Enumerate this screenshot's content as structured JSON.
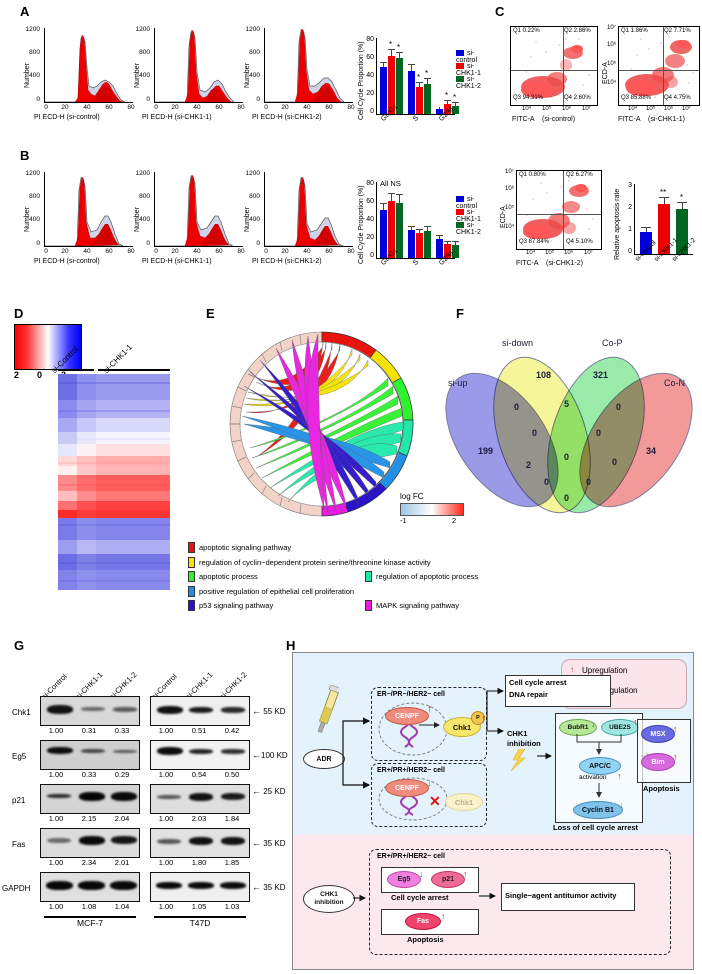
{
  "panels": {
    "A": "A",
    "B": "B",
    "C": "C",
    "D": "D",
    "E": "E",
    "F": "F",
    "G": "G",
    "H": "H"
  },
  "flow_histograms": {
    "ylabel": "Number",
    "yticks": [
      "0",
      "400",
      "800",
      "1200"
    ],
    "xticks": [
      "0",
      "20",
      "40",
      "60",
      "80"
    ],
    "panelA": [
      {
        "xlabel": "PI ECD-H (si-control)"
      },
      {
        "xlabel": "PI ECD-H (si-CHK1-1)"
      },
      {
        "xlabel": "PI ECD-H (si-CHK1-2)"
      }
    ],
    "panelB": [
      {
        "xlabel": "PI ECD-H (si-control)"
      },
      {
        "xlabel": "PI ECD-H (si-CHK1-1)"
      },
      {
        "xlabel": "PI ECD-H (si-CHK1-2)"
      }
    ]
  },
  "chart_data": [
    {
      "id": "panelA_cellcycle",
      "type": "bar",
      "title": "",
      "ylabel": "Cell Cycle Proportion (%)",
      "xlabel": "",
      "ylim": [
        0,
        80
      ],
      "yticks": [
        0,
        20,
        40,
        60,
        80
      ],
      "categories": [
        "G0/G1",
        "S",
        "G2/M"
      ],
      "series": [
        {
          "name": "si-control",
          "color": "#0000dd",
          "values": [
            49.5,
            45.0,
            5.5
          ],
          "errors": [
            2.0,
            4.5,
            1.0
          ],
          "stars": [
            "",
            "",
            ""
          ]
        },
        {
          "name": "si-CHK1-1",
          "color": "#ee0000",
          "values": [
            61.0,
            28.5,
            11.0
          ],
          "errors": [
            3.5,
            2.5,
            1.5
          ],
          "stars": [
            "*",
            "*",
            "*"
          ]
        },
        {
          "name": "si-CHK1-2",
          "color": "#006622",
          "values": [
            59.0,
            31.5,
            9.0
          ],
          "errors": [
            3.0,
            3.0,
            1.5
          ],
          "stars": [
            "*",
            "*",
            "*"
          ]
        }
      ],
      "legend": [
        "si-control",
        "si-CHK1-1",
        "si-CHK1-2"
      ]
    },
    {
      "id": "panelB_cellcycle",
      "type": "bar",
      "title": "All NS",
      "ylabel": "Cell Cycle Proportion (%)",
      "xlabel": "",
      "ylim": [
        0,
        80
      ],
      "yticks": [
        0,
        20,
        40,
        60,
        80
      ],
      "categories": [
        "G0/G1",
        "S",
        "G2/M"
      ],
      "series": [
        {
          "name": "si-control",
          "color": "#0000dd",
          "values": [
            51.0,
            29.5,
            19.5
          ],
          "errors": [
            5.0,
            2.0,
            2.5
          ],
          "stars": [
            "",
            "",
            ""
          ]
        },
        {
          "name": "si-CHK1-1",
          "color": "#ee0000",
          "values": [
            60.0,
            26.0,
            15.0
          ],
          "errors": [
            5.5,
            2.5,
            1.5
          ],
          "stars": [
            "",
            "",
            ""
          ]
        },
        {
          "name": "si-CHK1-2",
          "color": "#006622",
          "values": [
            58.0,
            28.0,
            14.0
          ],
          "errors": [
            6.0,
            3.5,
            2.5
          ],
          "stars": [
            "",
            "",
            ""
          ]
        }
      ],
      "legend": [
        "si-control",
        "si-CHK1-1",
        "si-CHK1-2"
      ]
    },
    {
      "id": "panelC_apoptosis",
      "type": "bar",
      "title": "",
      "ylabel": "Relative apoptosis rate",
      "xlabel": "",
      "ylim": [
        0,
        3
      ],
      "yticks": [
        0,
        1,
        2,
        3
      ],
      "categories": [
        "si-control",
        "si-CHK1-1",
        "si-CHK1-2"
      ],
      "series": [
        {
          "name": "relative apoptosis rate",
          "colors": [
            "#0000dd",
            "#ee0000",
            "#006622"
          ],
          "values": [
            1.0,
            2.25,
            2.05
          ],
          "errors": [
            0.14,
            0.27,
            0.25
          ],
          "stars": [
            "",
            "**",
            "*"
          ]
        }
      ]
    },
    {
      "id": "panelF_venn",
      "type": "table",
      "title": "Venn diagram of gene sets",
      "sets": [
        "si-up",
        "si-down",
        "Co-P",
        "Co-N"
      ],
      "regions": [
        {
          "label": "si-up only",
          "value": 199
        },
        {
          "label": "si-down only",
          "value": 108
        },
        {
          "label": "Co-P only",
          "value": 321
        },
        {
          "label": "Co-N only",
          "value": 34
        },
        {
          "label": "si-up∩si-down",
          "value": 0
        },
        {
          "label": "si-down∩Co-P",
          "value": 5
        },
        {
          "label": "Co-P∩Co-N",
          "value": 0
        },
        {
          "label": "si-up∩Co-P",
          "value": 0
        },
        {
          "label": "si-down∩Co-N",
          "value": 0
        },
        {
          "label": "si-up∩Co-N",
          "value": 2
        },
        {
          "label": "si-up∩si-down∩Co-P",
          "value": 0
        },
        {
          "label": "si-down∩Co-P∩Co-N",
          "value": 0
        },
        {
          "label": "si-up∩Co-P∩Co-N",
          "value": 0
        },
        {
          "label": "si-up∩si-down∩Co-N",
          "value": 0
        },
        {
          "label": "all four",
          "value": 0
        }
      ]
    },
    {
      "id": "panelG_blot_quantification",
      "type": "table",
      "title": "Western blot densitometry (fold vs si-Control)",
      "columns": [
        "si-Control",
        "si-CHK1-1",
        "si-CHK1-2"
      ],
      "cell_lines": [
        "MCF-7",
        "T47D"
      ],
      "rows": [
        {
          "protein": "Chk1",
          "mw": "55 KD",
          "MCF-7": [
            "1.00",
            "0.31",
            "0.33"
          ],
          "T47D": [
            "1.00",
            "0.51",
            "0.42"
          ]
        },
        {
          "protein": "Eg5",
          "mw": "100 KD",
          "MCF-7": [
            "1.00",
            "0.33",
            "0.29"
          ],
          "T47D": [
            "1.00",
            "0.54",
            "0.50"
          ]
        },
        {
          "protein": "p21",
          "mw": "25 KD",
          "MCF-7": [
            "1.00",
            "2.15",
            "2.04"
          ],
          "T47D": [
            "1.00",
            "2.03",
            "1.84"
          ]
        },
        {
          "protein": "Fas",
          "mw": "35 KD",
          "MCF-7": [
            "1.00",
            "2.34",
            "2.01"
          ],
          "T47D": [
            "1.00",
            "1.80",
            "1.85"
          ]
        },
        {
          "protein": "GAPDH",
          "mw": "35 KD",
          "MCF-7": [
            "1.00",
            "1.08",
            "1.04"
          ],
          "T47D": [
            "1.00",
            "1.05",
            "1.03"
          ]
        }
      ]
    }
  ],
  "panelC": {
    "yaxis_title": "ECD-A",
    "xaxis_title": "FITC-A",
    "yticks": [
      "10⁷",
      "10⁶",
      "10⁵",
      "10⁴",
      "10³"
    ],
    "xticks": [
      "10⁴",
      "10⁵",
      "10⁶",
      "10⁷"
    ],
    "plots": [
      {
        "condition": "(si-control)",
        "q1": "Q1 0.22%",
        "q2": "Q2 2.86%",
        "q3": "Q3 94.31%",
        "q4": "Q4 2.60%"
      },
      {
        "condition": "(si-CHK1-1)",
        "q1": "Q1 1.86%",
        "q2": "Q2 7.71%",
        "q3": "Q3 85.88%",
        "q4": "Q4 4.75%"
      },
      {
        "condition": "(si-CHK1-2)",
        "q1": "Q1 0.80%",
        "q2": "Q2 6.27%",
        "q3": "Q3 87.84%",
        "q4": "Q4 5.10%"
      }
    ]
  },
  "panelD": {
    "scale_labels": [
      "2",
      "0",
      "-2"
    ],
    "groups": [
      "si-Control",
      "si-CHK1-1"
    ]
  },
  "panelE": {
    "logfc_title": "log FC",
    "logfc_min": "-1",
    "logfc_max": "2",
    "legend": [
      {
        "label": "apoptotic signaling pathway",
        "color": "#e8130f"
      },
      {
        "label": "regulation of cyclin−dependent protein serine/threonine kinase activity",
        "color": "#f5e400"
      },
      {
        "label": "apoptotic process",
        "color": "#2ff32f"
      },
      {
        "label": "regulation of apoptotic process",
        "color": "#1fe8a8"
      },
      {
        "label": "positive regulation of epithelial cell proliferation",
        "color": "#1e90e8"
      },
      {
        "label": "p53 signaling pathway",
        "color": "#2a13c8"
      },
      {
        "label": "MAPK signaling pathway",
        "color": "#e81ce0"
      }
    ]
  },
  "panelF": {
    "labels": [
      "si-up",
      "si-down",
      "Co-P",
      "Co-N"
    ]
  },
  "panelG": {
    "sample_labels": [
      "si-Control",
      "si-CHK1-1",
      "si-CHK1-2"
    ],
    "proteins": [
      "Chk1",
      "Eg5",
      "p21",
      "Fas",
      "GAPDH"
    ],
    "mw_labels": [
      "55 KD",
      "100 KD",
      "25 KD",
      "35 KD",
      "35 KD"
    ],
    "cell_lines": [
      "MCF-7",
      "T47D"
    ]
  },
  "panelH": {
    "legend": {
      "up": "Upregulation",
      "down": "Downregulation",
      "up_color": "#d21e2b",
      "down_color": "#0e9e4a"
    },
    "drug": "ADR",
    "cell_top": "ER−/PR−/HER2− cell",
    "cell_mid": "ER+/PR+/HER2− cell",
    "cell_bottom": "ER+/PR+/HER2− cell",
    "cenpf": "CENPF",
    "chk1": "Chk1",
    "chk1_faded": "Chk1",
    "phospho": "P",
    "arrest_box": [
      "Cell cycle arrest",
      "DNA repair"
    ],
    "chk1_inhibition": [
      "CHK1",
      "inhibition"
    ],
    "bubr1": "BubR1",
    "ube2s": "UBE2S",
    "apcc": "APC/C",
    "apcc_sub": "activation",
    "cyclinb1": "Cyclin B1",
    "loss_label": "Loss of cell cycle arrest",
    "msx": "MSX",
    "bim": "Bim",
    "apoptosis": "Apoptosis",
    "eg5": "Eg5",
    "p21": "p21",
    "cellcycle_arrest": "Cell cycle arrest",
    "fas": "Fas",
    "apoptosis2": "Apoptosis",
    "single_agent": "Single−agent antitumor activity",
    "chk1_inhibition2": [
      "CHK1",
      "inhibition"
    ]
  }
}
